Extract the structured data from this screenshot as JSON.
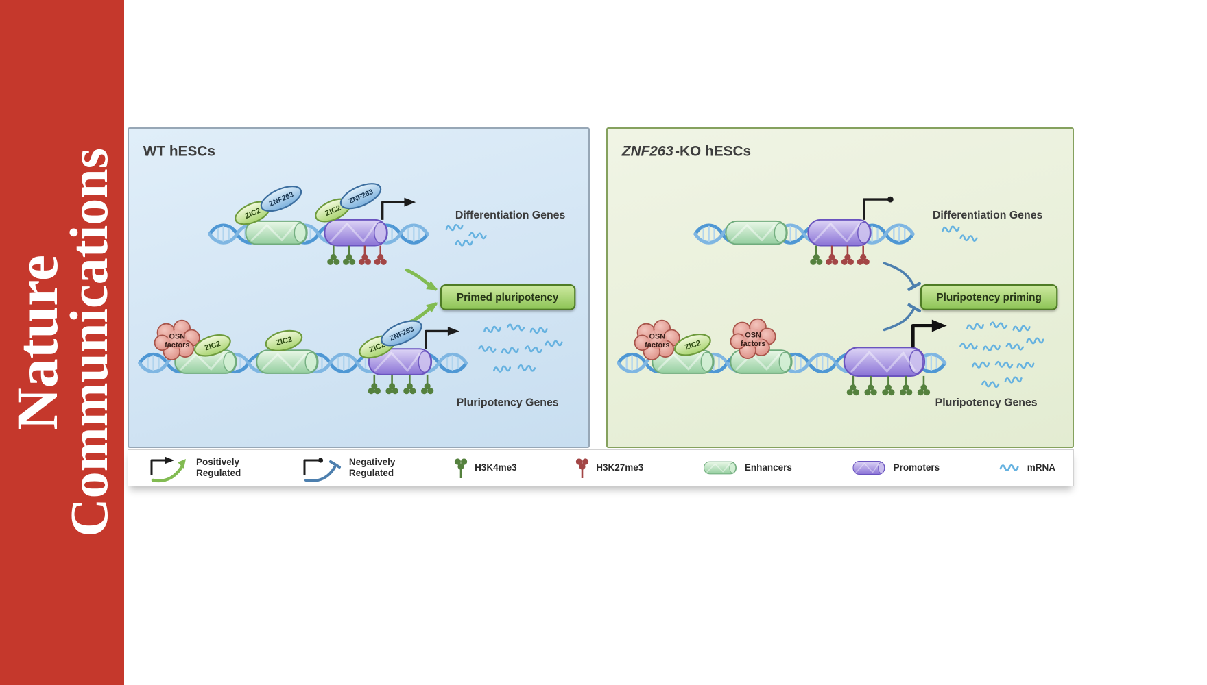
{
  "journal": {
    "line1": "Nature",
    "line2": "Communications"
  },
  "panels": {
    "wt": {
      "title": "WT hESCs",
      "outcome": "Primed pluripotency",
      "differentiation_mrna_count": 3,
      "pluripotency_mrna_count": 9
    },
    "ko": {
      "title_italic": "ZNF263",
      "title_rest": "-KO hESCs",
      "outcome": "Pluripotency priming",
      "differentiation_mrna_count": 2,
      "pluripotency_mrna_count": 12
    }
  },
  "labels": {
    "zic2": "ZIC2",
    "znf263": "ZNF263",
    "osn_line1": "OSN",
    "osn_line2": "factors",
    "differentiation_genes": "Differentiation Genes",
    "pluripotency_genes": "Pluripotency Genes"
  },
  "legend": {
    "positively_1": "Positively",
    "positively_2": "Regulated",
    "negatively_1": "Negatively",
    "negatively_2": "Regulated",
    "h3k4me3": "H3K4me3",
    "h3k27me3": "H3K27me3",
    "enhancers": "Enhancers",
    "promoters": "Promoters",
    "mrna": "mRNA"
  },
  "colors": {
    "banner_red": "#c5382c",
    "wt_panel_blue": "#d3e5f4",
    "ko_panel_green": "#e9f0da",
    "enhancer_green": "#94ce9f",
    "promoter_purple": "#8a72d6",
    "h3k4me3_green": "#55813e",
    "h3k27me3_red": "#a34646",
    "mrna_blue": "#66b2e0",
    "outcome_box_green": "#8cc355",
    "dna_blue": "#4e97d4"
  }
}
